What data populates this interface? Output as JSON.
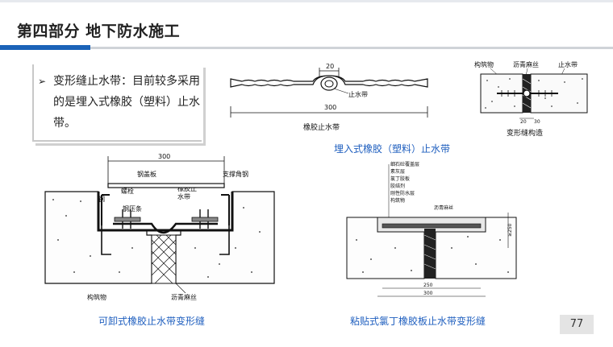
{
  "slide": {
    "title": "第四部分  地下防水施工",
    "page_number": "77"
  },
  "bullet": {
    "arrow": "➢",
    "text": "变形缝止水带：目前较多采用的是埋入式橡胶（塑料）止水带。"
  },
  "figure_top_left": {
    "dim_top": "20",
    "label_waterstop": "止水带",
    "dim_length": "300",
    "name": "橡胶止水带"
  },
  "figure_top_right": {
    "label_structure": "构筑物",
    "label_asphalt": "沥青麻丝",
    "label_waterstop": "止水带",
    "dim_a": "20",
    "dim_b": "30",
    "name": "变形缝构造"
  },
  "caption_top_right": "埋入式橡胶（塑料）止水带",
  "figure_bottom_left": {
    "dim_width": "300",
    "label_cover_plate": "钢盖板",
    "label_support_angle": "支撑角钢",
    "label_angle": "角钢",
    "label_bolt": "螺栓",
    "label_pressure_strip": "钢压条",
    "label_rubber_waterstop": "橡胶止水带",
    "label_structure": "构筑物",
    "label_asphalt": "沥青麻丝"
  },
  "caption_bottom_left": "可卸式橡胶止水带变形缝",
  "figure_bottom_right": {
    "layers": [
      "细石砼覆盖层",
      "素灰层",
      "氯丁胶板",
      "胶结剂",
      "刚性防水层",
      "构筑物"
    ],
    "label_asphalt": "沥青麻丝",
    "dim_width_inner": "250",
    "dim_width_outer": "300",
    "dim_height": "≥250"
  },
  "caption_bottom_right": "粘贴式氯丁橡胶板止水带变形缝",
  "colors": {
    "accent_blue": "#1b63b8",
    "caption_blue": "#1f5fbf",
    "rule_gray": "#cfd3d8"
  }
}
